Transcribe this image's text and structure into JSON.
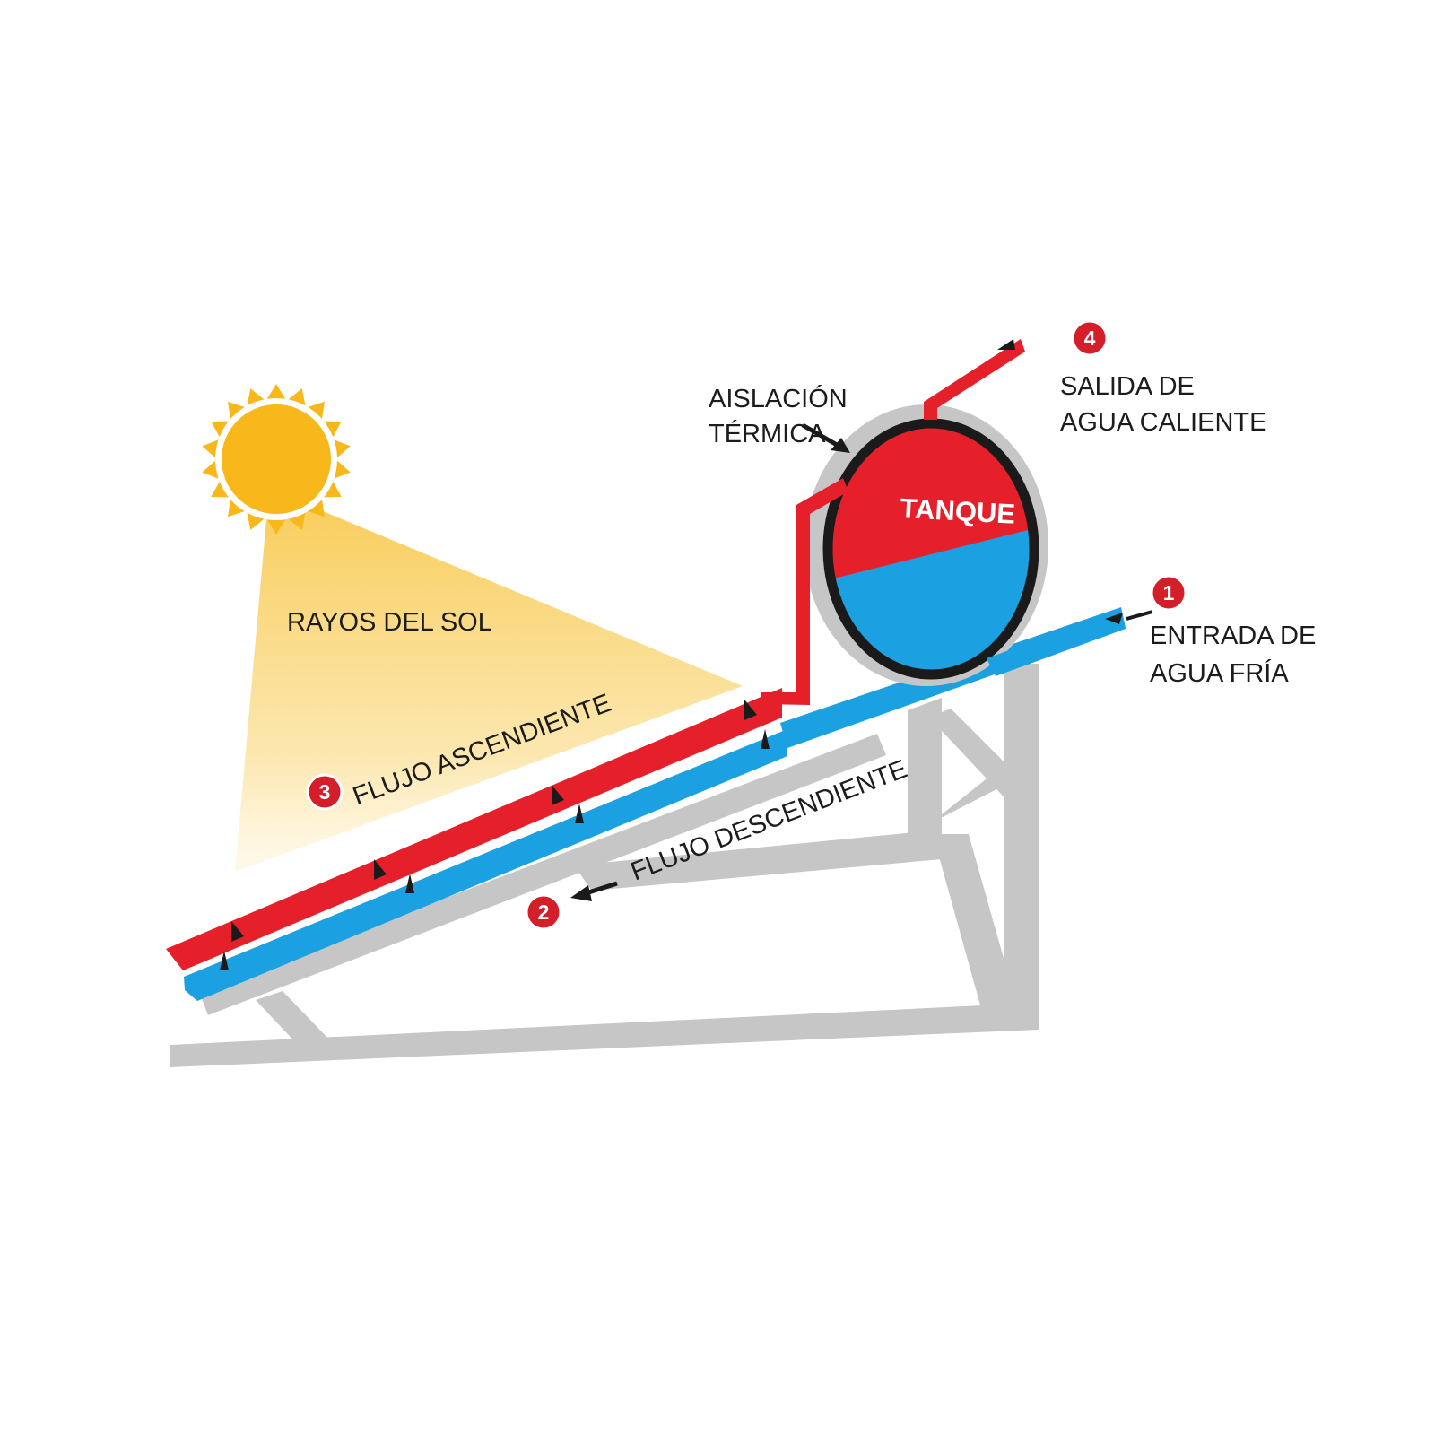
{
  "labels": {
    "sun_rays": "RAYOS DEL SOL",
    "insulation_line1": "AISLACIÓN",
    "insulation_line2": "TÉRMICA",
    "tank": "TANQUE",
    "hot_out_line1": "SALIDA DE",
    "hot_out_line2": "AGUA CALIENTE",
    "cold_in_line1": "ENTRADA DE",
    "cold_in_line2": "AGUA FRÍA",
    "upward_flow": "FLUJO ASCENDIENTE",
    "downward_flow": "FLUJO DESCENDIENTE"
  },
  "steps": {
    "cold_in": "1",
    "downward": "2",
    "upward": "3",
    "hot_out": "4"
  },
  "colors": {
    "hot": "#e5202b",
    "cold": "#1ba0e2",
    "frame": "#c6c6c6",
    "sun": "#f8b81b",
    "rays": "#f9d77c",
    "badge": "#d41f2a"
  }
}
